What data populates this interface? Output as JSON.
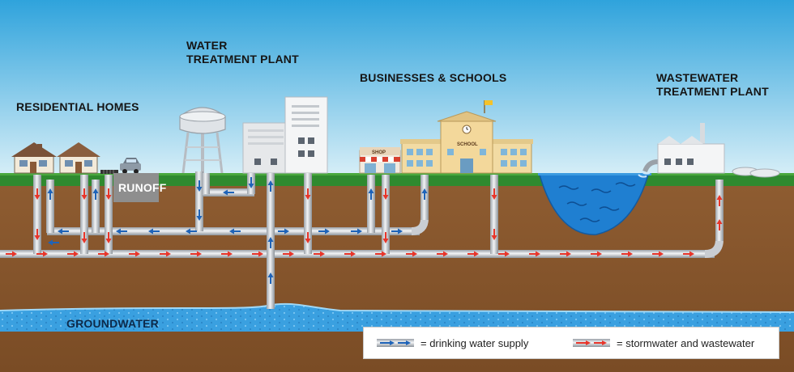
{
  "labels": {
    "residential": "RESIDENTIAL HOMES",
    "water_plant_line1": "WATER",
    "water_plant_line2": "TREATMENT PLANT",
    "businesses": "BUSINESSES & SCHOOLS",
    "wastewater_line1": "WASTEWATER",
    "wastewater_line2": "TREATMENT PLANT",
    "runoff": "RUNOFF",
    "groundwater": "GROUNDWATER",
    "shop_sign": "SHOP",
    "school_sign": "SCHOOL"
  },
  "legend": {
    "drinking": "= drinking water supply",
    "stormwater": "= stormwater and wastewater"
  },
  "colors": {
    "drinking_arrow": "#1e63b8",
    "waste_arrow": "#e8352a",
    "pipe": "#c9cdd2",
    "sky": "#bfe3f2",
    "grass": "#2f8a2f",
    "soil": "#8a5a2f",
    "groundwater": "#3aa0e0",
    "pond": "#1f7fd1"
  }
}
